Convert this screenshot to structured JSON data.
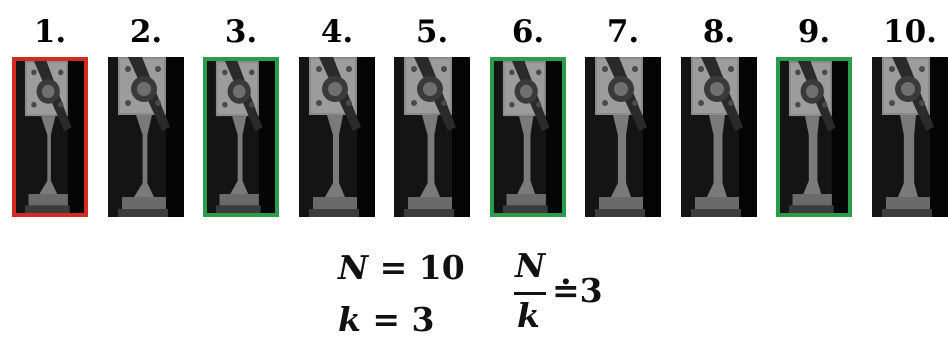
{
  "frames": [
    {
      "label": "1.",
      "highlight": "red"
    },
    {
      "label": "2.",
      "highlight": null
    },
    {
      "label": "3.",
      "highlight": "green"
    },
    {
      "label": "4.",
      "highlight": null
    },
    {
      "label": "5.",
      "highlight": null
    },
    {
      "label": "6.",
      "highlight": "green"
    },
    {
      "label": "7.",
      "highlight": null
    },
    {
      "label": "8.",
      "highlight": null
    },
    {
      "label": "9.",
      "highlight": "green"
    },
    {
      "label": "10.",
      "highlight": null
    }
  ],
  "colors": {
    "red": "#d42a24",
    "green": "#2a9d4a"
  },
  "formula": {
    "n_var": "N",
    "n_rest": " = 10",
    "k_var": "k",
    "k_rest": " = 3",
    "frac_num": "N",
    "frac_den": "k",
    "approx": "≐3"
  }
}
